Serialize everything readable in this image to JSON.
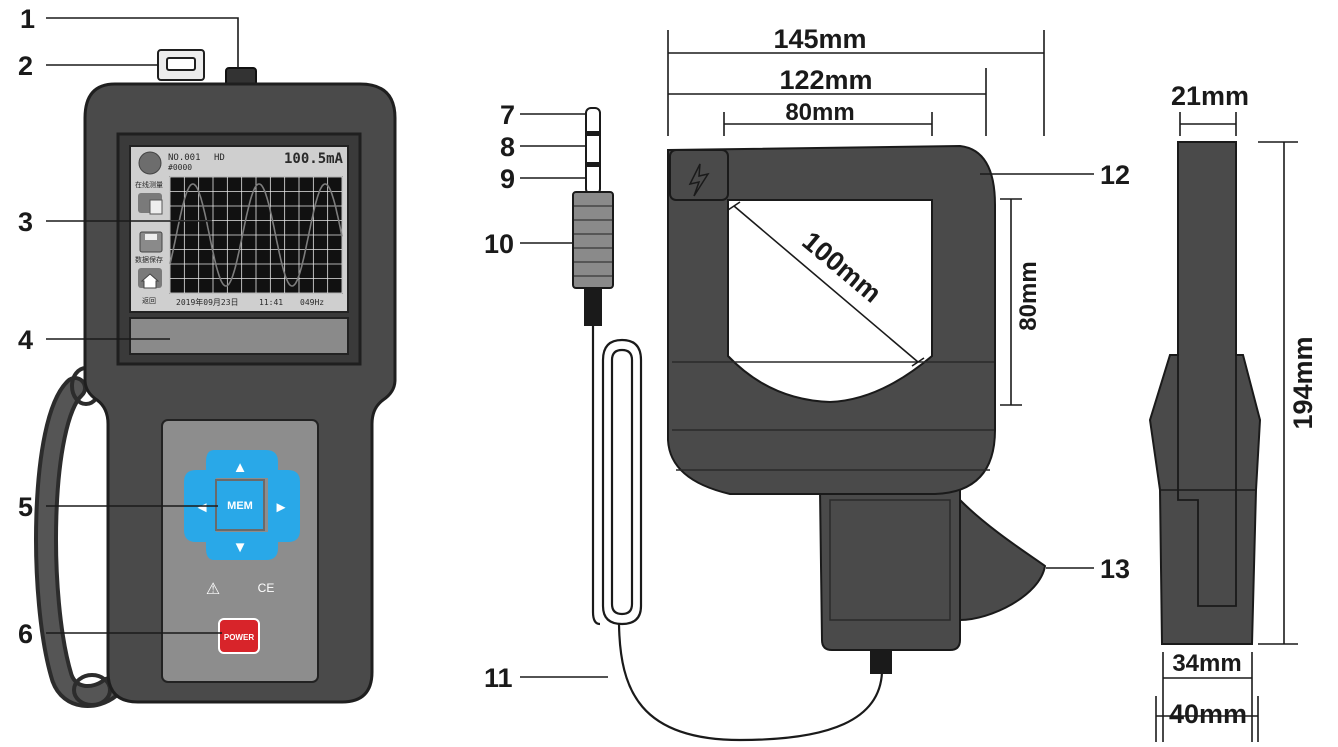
{
  "callouts": {
    "c1": "1",
    "c2": "2",
    "c3": "3",
    "c4": "4",
    "c5": "5",
    "c6": "6",
    "c7": "7",
    "c8": "8",
    "c9": "9",
    "c10": "10",
    "c11": "11",
    "c12": "12",
    "c13": "13"
  },
  "dimensions": {
    "width_outer": "145mm",
    "width_mid": "122mm",
    "jaw_width": "80mm",
    "jaw_diagonal": "100mm",
    "jaw_height": "80mm",
    "side_top": "21mm",
    "side_height": "194mm",
    "side_bottom_inner": "34mm",
    "side_bottom_outer": "40mm"
  },
  "screen": {
    "device_id": "NO.001",
    "mode": "HD",
    "record": "#0000",
    "reading": "100.5mA",
    "menu_1": "在线测量",
    "menu_2": "数据保存",
    "menu_3": "返回",
    "date": "2019年09月23日",
    "time": "11:41",
    "freq": "049Hz"
  },
  "keypad": {
    "center_label": "MEM",
    "up": "▲",
    "down": "▼",
    "left": "◄",
    "right": "►",
    "power_label": "POWER",
    "warning_symbol": "⚠",
    "ce_mark": "CE"
  },
  "colors": {
    "body": "#4a4a4a",
    "body_outline": "#1f1f1f",
    "keypad_panel": "#8d8d8d",
    "key_blue": "#29a8e8",
    "power_red": "#d8242a",
    "screen_bg": "#cfcfcf"
  }
}
